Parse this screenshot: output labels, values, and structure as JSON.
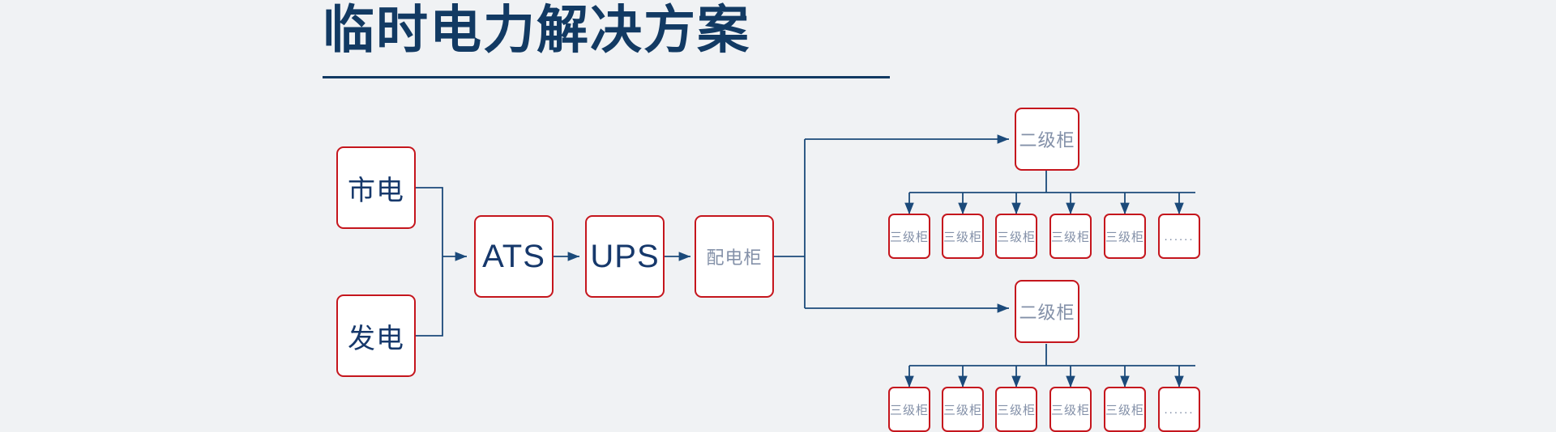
{
  "page": {
    "title": "临时电力解决方案",
    "background_color": "#f0f2f4"
  },
  "theme": {
    "title_color": "#123a63",
    "box_border_color": "#c5161d",
    "box_fill_color": "#ffffff",
    "connector_color": "#1b4a7a",
    "text_dark": "#16386b",
    "text_muted": "#8390a8"
  },
  "diagram": {
    "type": "flowchart",
    "direction": "left-to-right",
    "sources": [
      {
        "id": "mains",
        "label": "市电"
      },
      {
        "id": "generator",
        "label": "发电"
      }
    ],
    "chain": [
      {
        "id": "ats",
        "label": "ATS"
      },
      {
        "id": "ups",
        "label": "UPS"
      },
      {
        "id": "distribution",
        "label": "配电柜"
      }
    ],
    "branches": [
      {
        "id": "branch-top",
        "secondary": {
          "id": "secondary-top",
          "label": "二级柜"
        },
        "tertiary": [
          {
            "label": "三级柜"
          },
          {
            "label": "三级柜"
          },
          {
            "label": "三级柜"
          },
          {
            "label": "三级柜"
          },
          {
            "label": "三级柜"
          },
          {
            "label": "......"
          }
        ]
      },
      {
        "id": "branch-bottom",
        "secondary": {
          "id": "secondary-bottom",
          "label": "二级柜"
        },
        "tertiary": [
          {
            "label": "三级柜"
          },
          {
            "label": "三级柜"
          },
          {
            "label": "三级柜"
          },
          {
            "label": "三级柜"
          },
          {
            "label": "三级柜"
          },
          {
            "label": "......"
          }
        ]
      }
    ]
  }
}
